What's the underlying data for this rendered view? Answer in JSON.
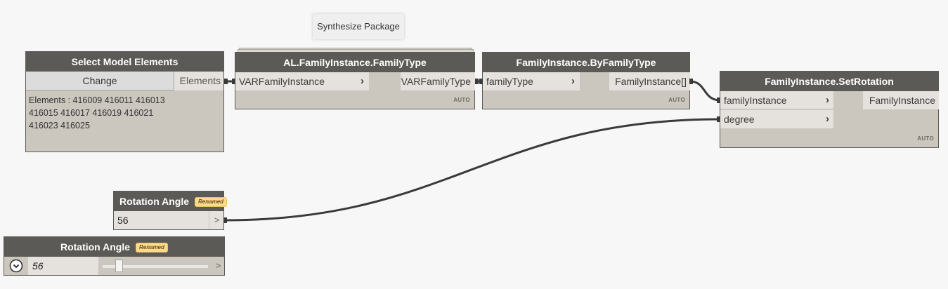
{
  "tooltip": {
    "label": "Synthesize Package"
  },
  "nodes": {
    "select_model_elements": {
      "title": "Select Model Elements",
      "button_label": "Change",
      "output": "Elements",
      "preview_lines": [
        "Elements : 416009 416011 416013",
        "416015 416017 416019 416021",
        "416023 416025"
      ]
    },
    "family_type": {
      "title": "AL.FamilyInstance.FamilyType",
      "input": "VARFamilyInstance",
      "output": "VARFamilyType",
      "lacing": "AUTO"
    },
    "by_family_type": {
      "title": "FamilyInstance.ByFamilyType",
      "input": "familyType",
      "output": "FamilyInstance[]",
      "lacing": "AUTO"
    },
    "set_rotation": {
      "title": "FamilyInstance.SetRotation",
      "inputs": [
        "familyInstance",
        "degree"
      ],
      "output": "FamilyInstance",
      "lacing": "AUTO"
    },
    "rotation_angle_number": {
      "title": "Rotation Angle",
      "badge": "Renamed",
      "value": "56",
      "output_glyph": ">"
    },
    "rotation_angle_slider": {
      "title": "Rotation Angle",
      "badge": "Renamed",
      "value": "56",
      "output_glyph": ">",
      "slider_position_pct": 13
    }
  },
  "icons": {
    "input_chevron": "›",
    "expand_icon": "chevron-down-circle"
  },
  "colors": {
    "canvas": "#f7f7f7",
    "node_header": "#5c5a57",
    "node_body": "#cbc6be",
    "port_bg": "#e5e1dc",
    "wire": "#3a3a3a",
    "badge": "#fddb8b"
  }
}
